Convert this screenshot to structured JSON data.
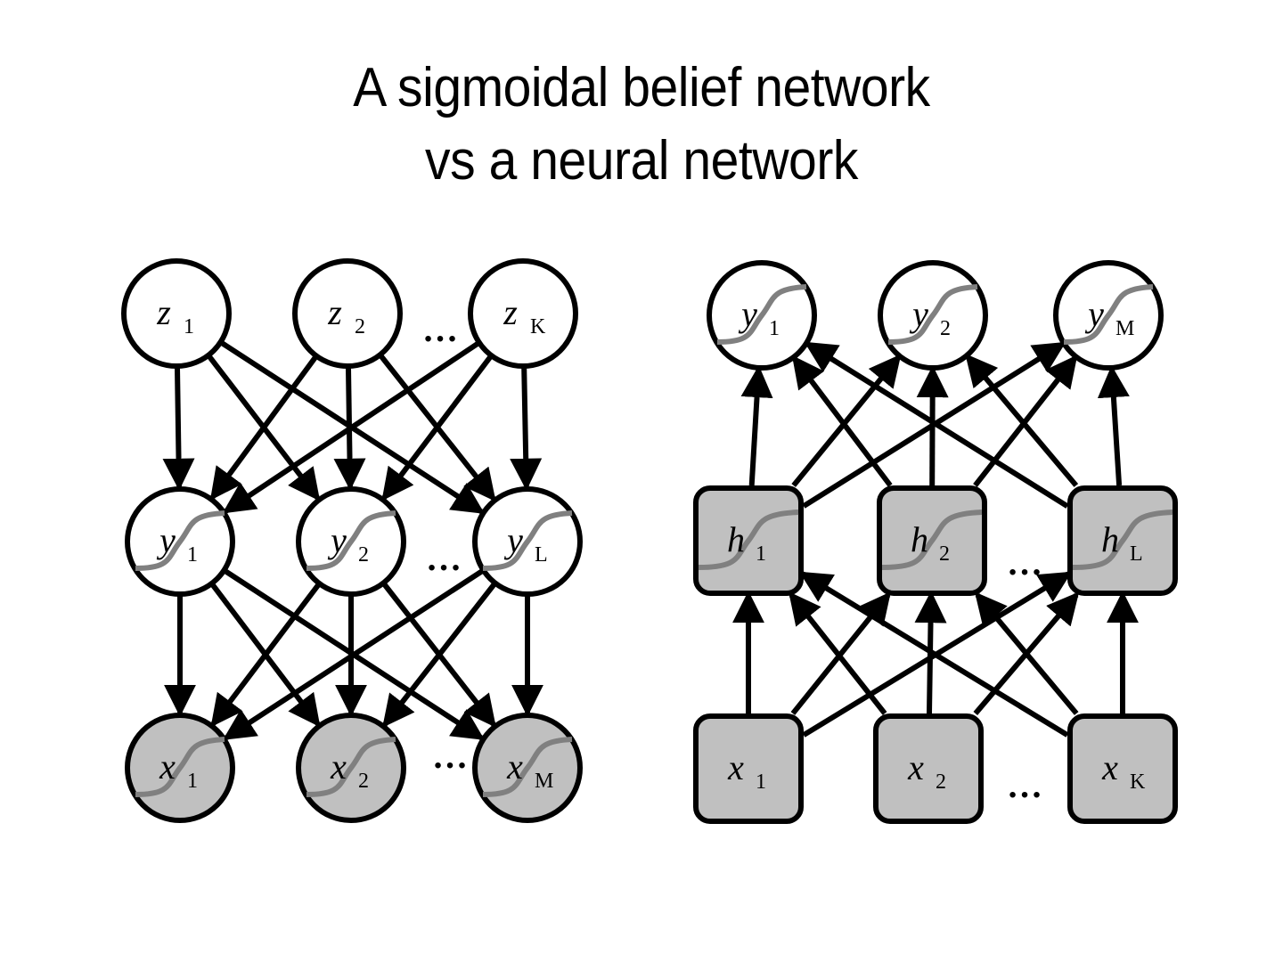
{
  "title": {
    "line1": "A sigmoidal belief network",
    "line2": "vs a neural network"
  },
  "colors": {
    "background": "#ffffff",
    "stroke": "#000000",
    "observed_fill": "#c0c0c0",
    "sigmoid_curve": "#808080"
  },
  "left_diagram": {
    "name": "sigmoidal-belief-network",
    "edge_direction": "top-to-bottom",
    "layers": [
      {
        "id": "z",
        "shape": "circle",
        "observed": false,
        "sigmoid": false,
        "nodes": [
          {
            "var": "z",
            "sub": "1"
          },
          {
            "var": "z",
            "sub": "2"
          },
          {
            "var": "z",
            "sub": "K"
          }
        ],
        "ellipsis": "…"
      },
      {
        "id": "y",
        "shape": "circle",
        "observed": false,
        "sigmoid": true,
        "nodes": [
          {
            "var": "y",
            "sub": "1"
          },
          {
            "var": "y",
            "sub": "2"
          },
          {
            "var": "y",
            "sub": "L"
          }
        ],
        "ellipsis": "…"
      },
      {
        "id": "x",
        "shape": "circle",
        "observed": true,
        "sigmoid": true,
        "nodes": [
          {
            "var": "x",
            "sub": "1"
          },
          {
            "var": "x",
            "sub": "2"
          },
          {
            "var": "x",
            "sub": "M"
          }
        ],
        "ellipsis": "…"
      }
    ],
    "connectivity": "fully-connected between adjacent layers"
  },
  "right_diagram": {
    "name": "neural-network",
    "edge_direction": "bottom-to-top",
    "layers": [
      {
        "id": "y",
        "shape": "circle",
        "observed": false,
        "sigmoid": true,
        "nodes": [
          {
            "var": "y",
            "sub": "1"
          },
          {
            "var": "y",
            "sub": "2"
          },
          {
            "var": "y",
            "sub": "M"
          }
        ],
        "ellipsis": ""
      },
      {
        "id": "h",
        "shape": "rounded-square",
        "observed": true,
        "sigmoid": true,
        "nodes": [
          {
            "var": "h",
            "sub": "1"
          },
          {
            "var": "h",
            "sub": "2"
          },
          {
            "var": "h",
            "sub": "L"
          }
        ],
        "ellipsis": "…"
      },
      {
        "id": "x",
        "shape": "rounded-square",
        "observed": true,
        "sigmoid": false,
        "nodes": [
          {
            "var": "x",
            "sub": "1"
          },
          {
            "var": "x",
            "sub": "2"
          },
          {
            "var": "x",
            "sub": "K"
          }
        ],
        "ellipsis": "…"
      }
    ],
    "connectivity": "fully-connected between adjacent layers"
  }
}
